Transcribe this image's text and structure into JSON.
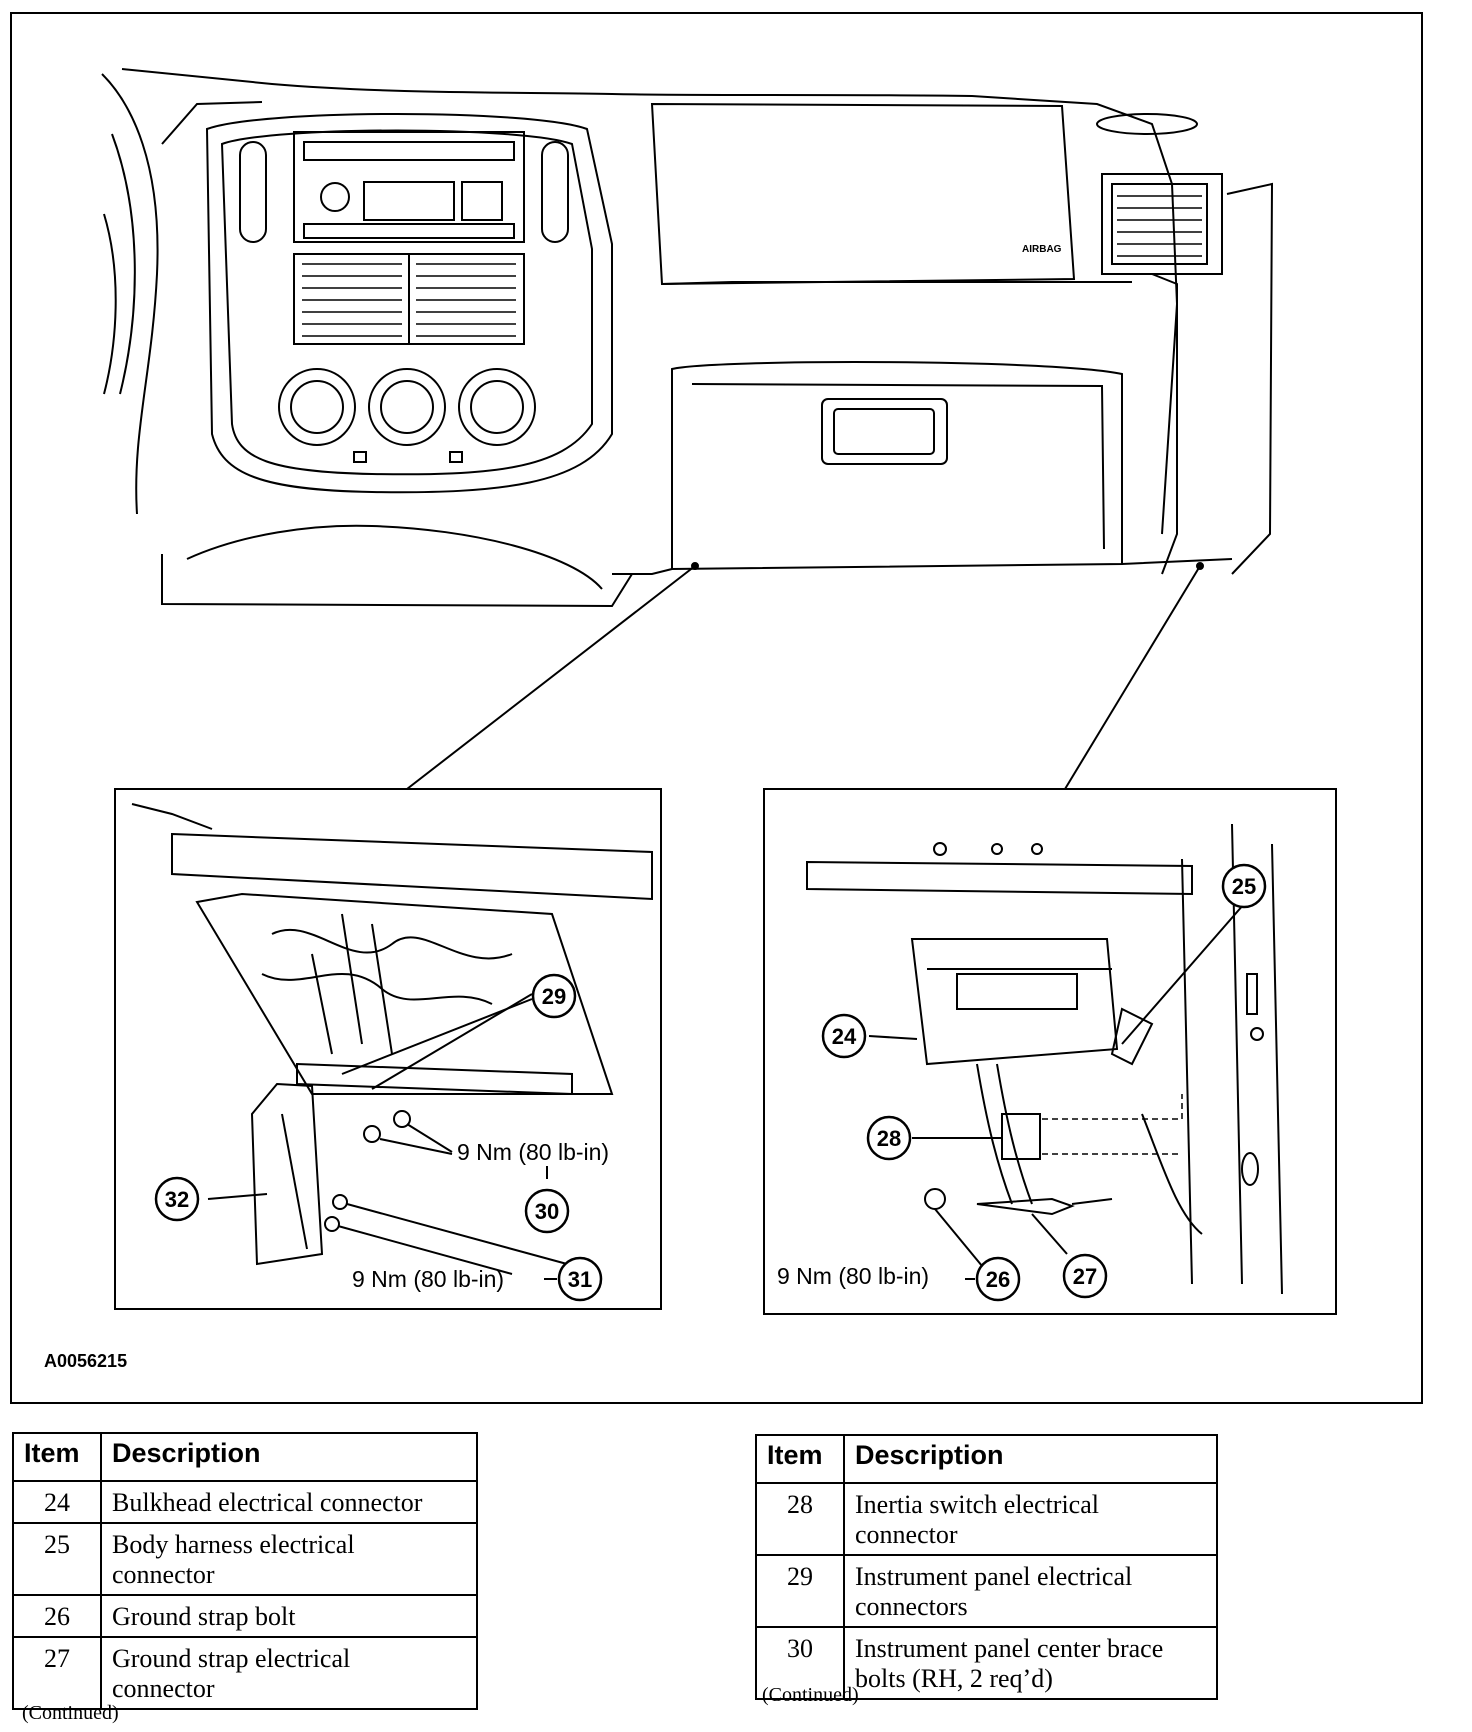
{
  "figure": {
    "id": "A0056215",
    "airbag_text": "AIRBAG",
    "callouts": [
      "24",
      "25",
      "26",
      "27",
      "28",
      "29",
      "30",
      "31",
      "32"
    ],
    "torque_left_upper": "9 Nm (80 lb-in)",
    "torque_left_lower": "9 Nm (80 lb-in)",
    "torque_right": "9 Nm (80 lb-in)"
  },
  "table_left": {
    "headers": [
      "Item",
      "Description"
    ],
    "rows": [
      {
        "item": "24",
        "description": "Bulkhead electrical connector"
      },
      {
        "item": "25",
        "description": "Body harness electrical connector"
      },
      {
        "item": "26",
        "description": "Ground strap bolt"
      },
      {
        "item": "27",
        "description": "Ground strap electrical connector"
      }
    ],
    "footer": "(Continued)"
  },
  "table_right": {
    "headers": [
      "Item",
      "Description"
    ],
    "rows": [
      {
        "item": "28",
        "description": "Inertia switch electrical connector"
      },
      {
        "item": "29",
        "description": "Instrument panel electrical connectors"
      },
      {
        "item": "30",
        "description": "Instrument panel center brace bolts (RH, 2 req’d)"
      }
    ],
    "footer": "(Continued)"
  }
}
